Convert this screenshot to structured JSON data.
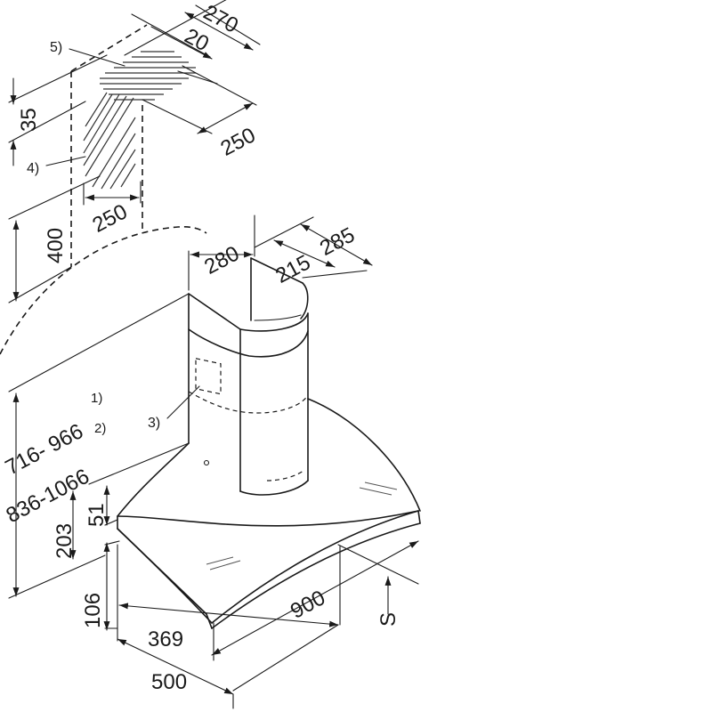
{
  "dimensions": {
    "top_width": "270",
    "top_offset": "20",
    "top_depth": "250",
    "height_35": "35",
    "height_400": "400",
    "inner_250": "250",
    "chimney_width": "280",
    "chimney_outer_depth": "285",
    "chimney_inner_depth": "215",
    "height_range_1": "716- 966",
    "height_range_1_ref": "1)",
    "height_range_2": "836-1066",
    "height_range_2_ref": "2)",
    "canopy_203": "203",
    "canopy_51": "51",
    "canopy_106": "106",
    "width_900": "900",
    "depth_369": "369",
    "depth_500": "500",
    "s_label": "S"
  },
  "callouts": {
    "c3": "3)",
    "c4": "4)",
    "c5": "5)"
  }
}
